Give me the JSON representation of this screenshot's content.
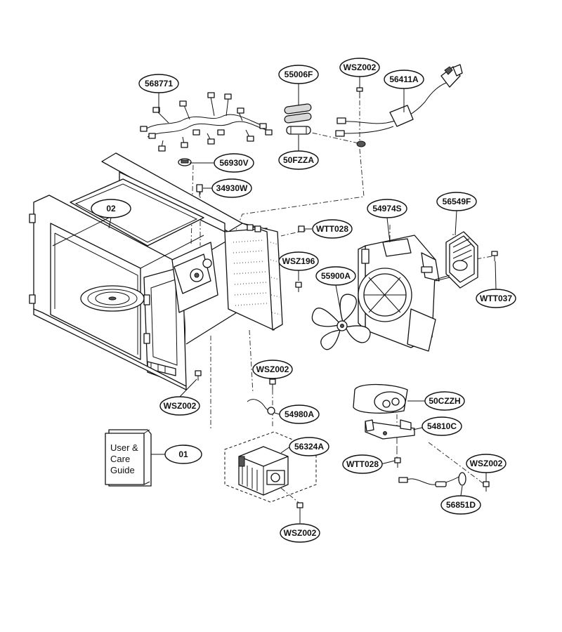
{
  "labels": {
    "568771": "568771",
    "55006F": "55006F",
    "WSZ002_top": "WSZ002",
    "56411A": "56411A",
    "56930V": "56930V",
    "50FZZA": "50FZZA",
    "34930W": "34930W",
    "02": "02",
    "WTT028_mid": "WTT028",
    "54974S": "54974S",
    "56549F": "56549F",
    "WSZ196": "WSZ196",
    "55900A": "55900A",
    "WTT037": "WTT037",
    "WSZ002_center": "WSZ002",
    "WSZ002_left": "WSZ002",
    "54980A": "54980A",
    "50CZZH": "50CZZH",
    "54810C": "54810C",
    "01": "01",
    "56324A": "56324A",
    "WTT028_low": "WTT028",
    "WSZ002_right": "WSZ002",
    "56851D": "56851D",
    "WSZ002_bottom": "WSZ002"
  },
  "guide": {
    "line1": "User &",
    "line2": "Care",
    "line3": "Guide"
  }
}
